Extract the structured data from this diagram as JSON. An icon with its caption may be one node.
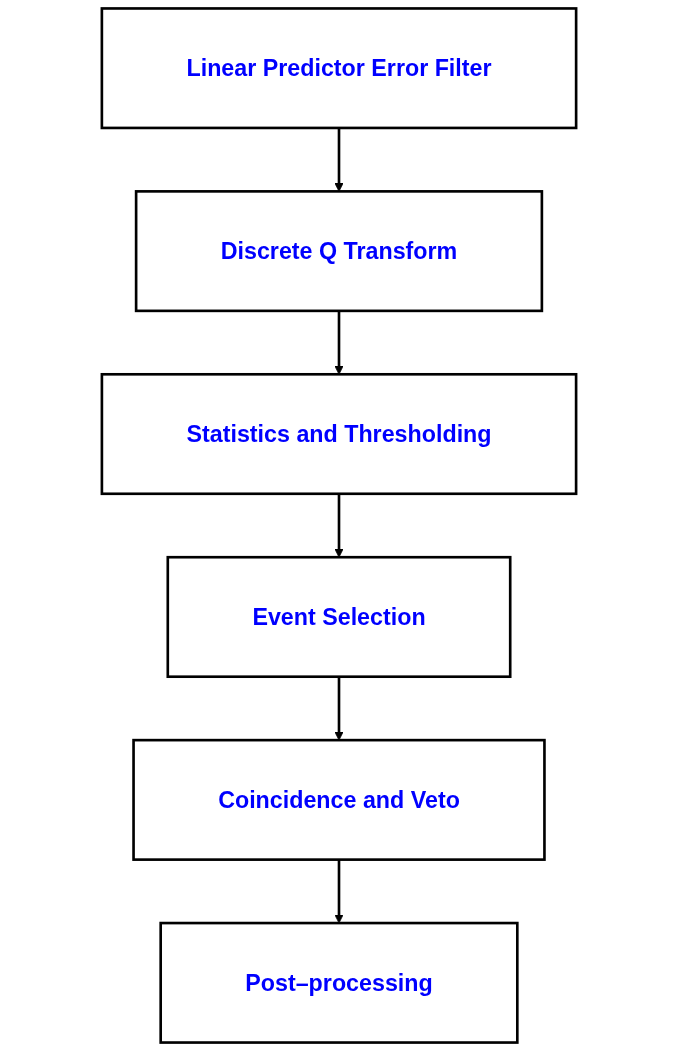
{
  "diagram": {
    "nodes": [
      {
        "text": [
          "Linear Predictor Error Filter"
        ]
      },
      {
        "text": [
          "Discrete Q Transform"
        ]
      },
      {
        "text": [
          "Statistics and Thresholding"
        ]
      },
      {
        "text": [
          "Event Selection"
        ]
      },
      {
        "text": [
          "Coincidence and Veto"
        ]
      },
      {
        "text": [
          "Post–processing"
        ]
      }
    ],
    "edges": [
      {
        "from": 0,
        "to": 1,
        "arrow": "to"
      },
      {
        "from": 1,
        "to": 2,
        "arrow": "to"
      },
      {
        "from": 2,
        "to": 3,
        "arrow": "to"
      },
      {
        "from": 3,
        "to": 4,
        "arrow": "to"
      },
      {
        "from": 4,
        "to": 5,
        "arrow": "to"
      }
    ]
  }
}
